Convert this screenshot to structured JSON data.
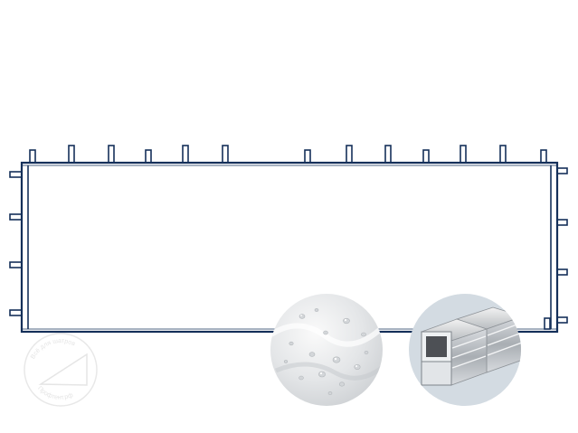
{
  "product": {
    "name": "tent-side-wall-panel",
    "frame_color": "#15305a",
    "panel_fill": "#ffffff",
    "top_loops_left_count": 6,
    "top_loops_right_count": 7,
    "left_clips_count": 4,
    "right_clips_count": 5
  },
  "detail_badges": [
    {
      "name": "water-resistant-fabric",
      "icon": "water-droplets-icon",
      "tone": "#e6e8ea"
    },
    {
      "name": "square-steel-tube",
      "icon": "square-profile-icon",
      "tone": "#d6dde3"
    }
  ],
  "watermark": {
    "top_text": "Всё для шатров",
    "bottom_text": "Профтент.рф",
    "tone": "#e8e8e8"
  }
}
